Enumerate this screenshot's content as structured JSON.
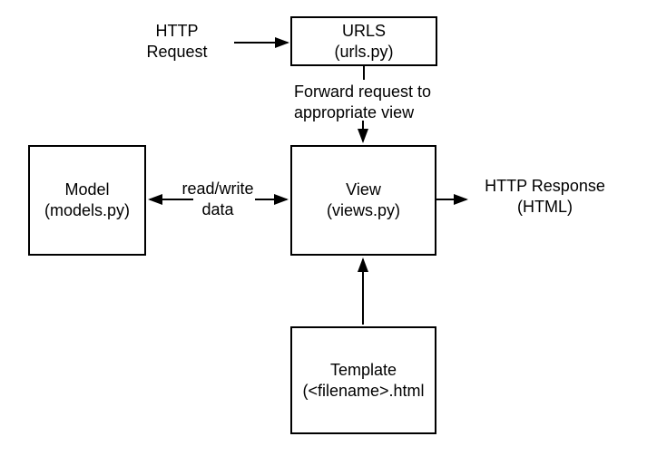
{
  "diagram": {
    "nodes": {
      "urls": {
        "label": "URLS\n(urls.py)"
      },
      "model": {
        "label": "Model\n(models.py)"
      },
      "view": {
        "label": "View\n(views.py)"
      },
      "template": {
        "label": "Template\n(<filename>.html"
      }
    },
    "labels": {
      "http_request": "HTTP\nRequest",
      "forward": "Forward request to\nappropriate view",
      "read_write": "read/write\ndata",
      "http_response": "HTTP Response\n(HTML)"
    },
    "colors": {
      "stroke": "#000000",
      "background": "#ffffff"
    }
  }
}
